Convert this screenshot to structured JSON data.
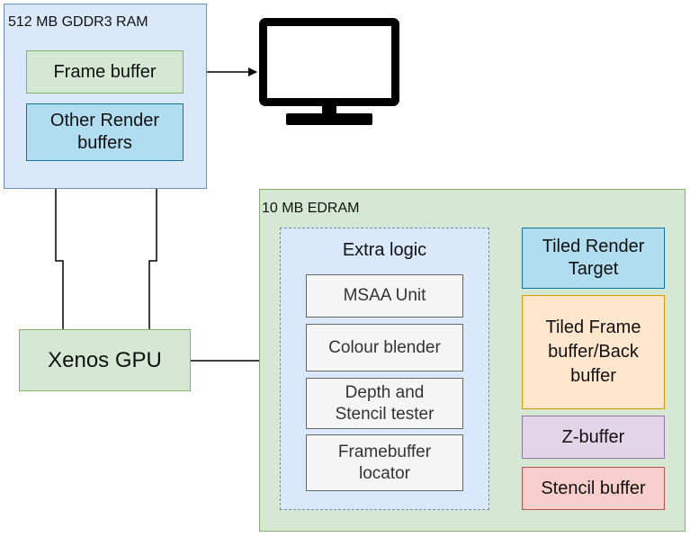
{
  "ram": {
    "title": "512 MB GDDR3 RAM",
    "frame_buffer": "Frame buffer",
    "other_render_buffers": "Other Render buffers"
  },
  "gpu": {
    "label": "Xenos GPU"
  },
  "edram": {
    "title": "10 MB EDRAM",
    "extra_logic": {
      "title": "Extra logic",
      "units": [
        "MSAA Unit",
        "Colour blender",
        "Depth and Stencil tester",
        "Framebuffer locator"
      ]
    },
    "buffers": [
      "Tiled Render Target",
      "Tiled Frame buffer/Back buffer",
      "Z-buffer",
      "Stencil buffer"
    ]
  },
  "colors": {
    "ram_fill": "#dae8fc",
    "ram_stroke": "#6c8ebf",
    "green_fill": "#d5e8d4",
    "green_stroke": "#82b366",
    "blue_fill": "#b1ddf0",
    "blue_stroke": "#10739e",
    "orange_fill": "#ffe6cc",
    "orange_stroke": "#d79b00",
    "purple_fill": "#e1d5e7",
    "purple_stroke": "#9673a6",
    "red_fill": "#f8cecc",
    "red_stroke": "#b85450",
    "grey_fill": "#f5f5f5",
    "grey_stroke": "#666666"
  },
  "icons": {
    "display": "monitor-icon"
  }
}
